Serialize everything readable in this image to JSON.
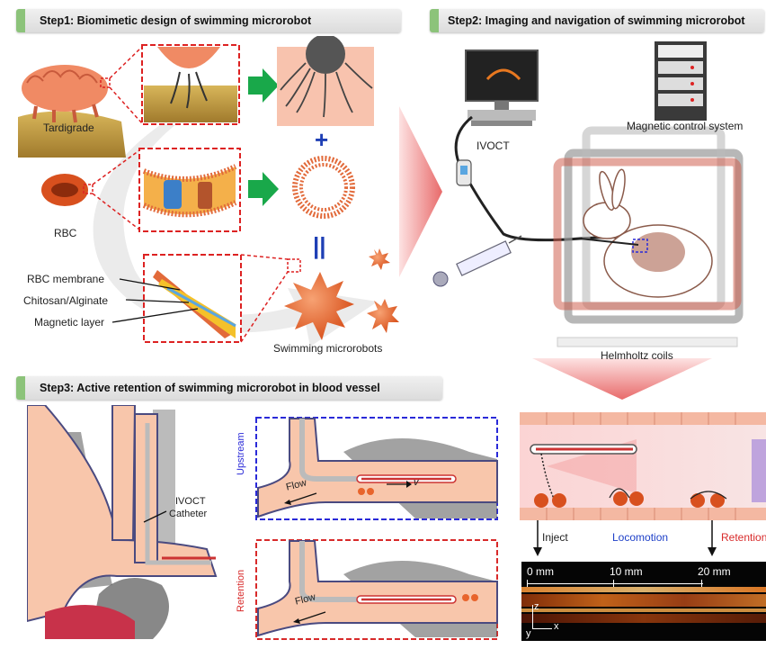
{
  "steps": {
    "step1": "Step1: Biomimetic design of swimming microrobot",
    "step2": "Step2: Imaging and navigation of swimming microrobot",
    "step3": "Step3: Active retention of swimming microrobot in blood vessel"
  },
  "step1": {
    "tardigrade": "Tardigrade",
    "rbc": "RBC",
    "layers": [
      "RBC membrane",
      "Chitosan/Alginate",
      "Magnetic layer"
    ],
    "swimming": "Swimming microrobots"
  },
  "step2": {
    "ivoct": "IVOCT",
    "magnetic": "Magnetic control system",
    "helmholtz": "Helmholtz coils"
  },
  "step3": {
    "catheter_line1": "IVOCT",
    "catheter_line2": "Catheter",
    "upstream": "Upstream",
    "retention_side": "Retention",
    "flow": "Flow",
    "velocity": "v",
    "inject": "Inject",
    "locomotion": "Locomotion",
    "retention": "Retention",
    "scale": [
      "0 mm",
      "10 mm",
      "20 mm"
    ],
    "axis_z": "z",
    "axis_y": "y",
    "axis_x": "x"
  },
  "colors": {
    "step_tab": "#8cc37a",
    "arrow_green": "#19a84a",
    "microrobot": "#e8642c",
    "upstream_blue": "#2a2ad8",
    "retention_red": "#d82a2a",
    "locomotion_blue": "#1e40c8"
  }
}
